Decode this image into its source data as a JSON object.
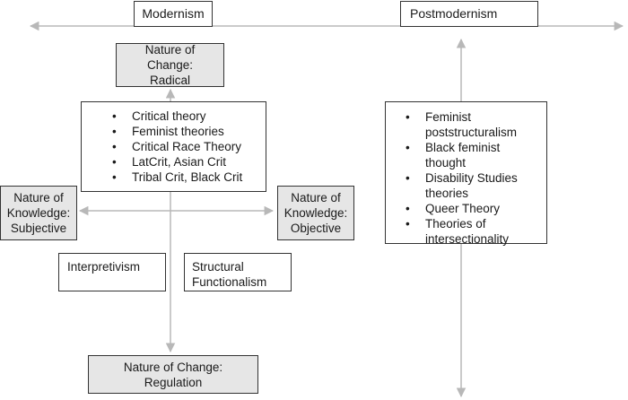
{
  "header": {
    "left": "Modernism",
    "right": "Postmodernism"
  },
  "nodes": {
    "radical": "Nature of Change: Radical",
    "regulation_line1": "Nature of Change:",
    "regulation_line2": "Regulation",
    "subjective_line1": "Nature of",
    "subjective_line2": "Knowledge:",
    "subjective_line3": "Subjective",
    "objective_line1": "Nature of",
    "objective_line2": "Knowledge:",
    "objective_line3": "Objective",
    "interpretivism": "Interpretivism",
    "structural": "Structural Functionalism"
  },
  "modernism_list": [
    "Critical theory",
    "Feminist theories",
    "Critical Race Theory",
    "LatCrit, Asian Crit",
    "Tribal Crit, Black Crit"
  ],
  "postmodernism_list": [
    "Feminist poststructuralism",
    "Black feminist thought",
    "Disability Studies theories",
    "Queer Theory",
    "Theories of intersectionality"
  ],
  "colors": {
    "arrow": "#b8b8b8",
    "node_fill": "#e6e6e6",
    "border": "#333333"
  }
}
